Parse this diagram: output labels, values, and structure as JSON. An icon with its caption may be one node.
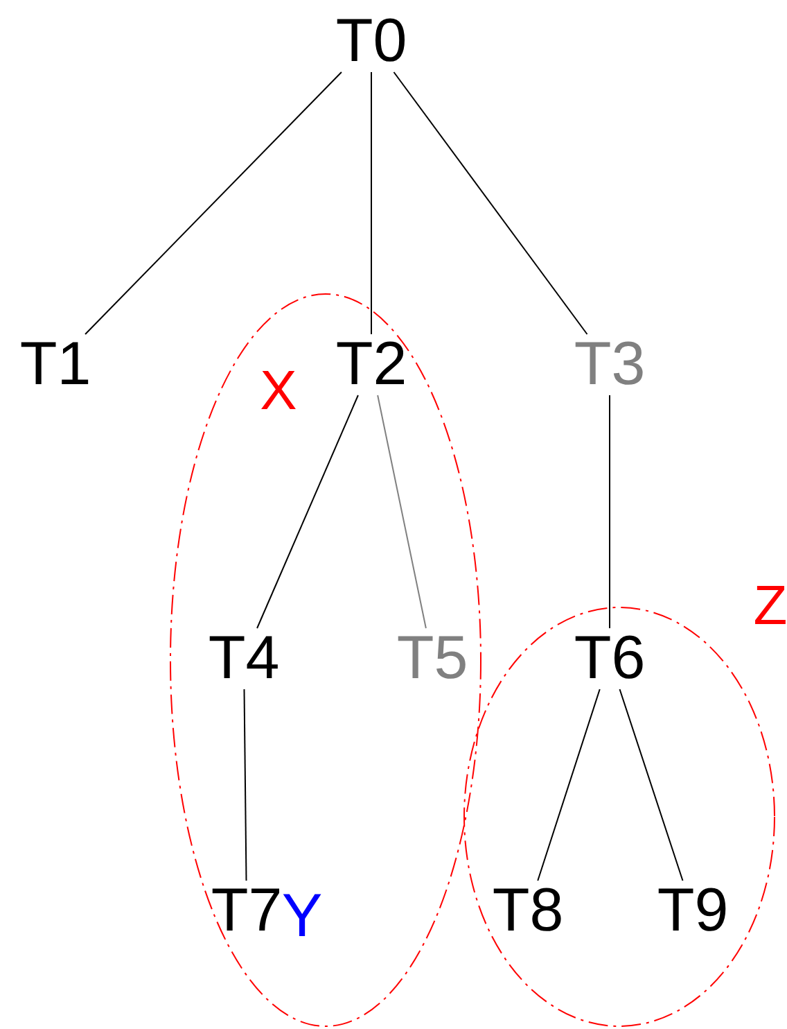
{
  "diagram": {
    "nodes": [
      {
        "text": [
          "T0"
        ]
      },
      {
        "text": [
          "T1"
        ]
      },
      {
        "text": [
          "X"
        ]
      },
      {
        "text": [
          "T2"
        ],
        "in": 2
      },
      {
        "text": [
          "T3"
        ]
      },
      {
        "text": [
          "T4"
        ],
        "in": 2
      },
      {
        "text": [
          "T5"
        ],
        "in": 2
      },
      {
        "text": [
          "Z"
        ]
      },
      {
        "text": [
          "T6"
        ],
        "in": 7
      },
      {
        "text": [
          "T7"
        ],
        "in": 2
      },
      {
        "text": [
          "T8"
        ],
        "in": 7
      },
      {
        "text": [
          "T9"
        ],
        "in": 7
      }
    ],
    "edges": [
      {
        "from": 0,
        "to": 1,
        "arrow": "none"
      },
      {
        "from": 0,
        "to": 3,
        "arrow": "none"
      },
      {
        "from": 0,
        "to": 4,
        "arrow": "none"
      },
      {
        "from": 3,
        "to": 5,
        "arrow": "none"
      },
      {
        "from": 3,
        "to": 6,
        "arrow": "none",
        "color": "#808080"
      },
      {
        "from": 4,
        "to": 8,
        "arrow": "none"
      },
      {
        "from": 5,
        "to": 9,
        "arrow": "none"
      },
      {
        "from": 8,
        "to": 10,
        "arrow": "none"
      },
      {
        "from": 8,
        "to": 11,
        "arrow": "none"
      }
    ],
    "labels": [
      "Y"
    ]
  }
}
